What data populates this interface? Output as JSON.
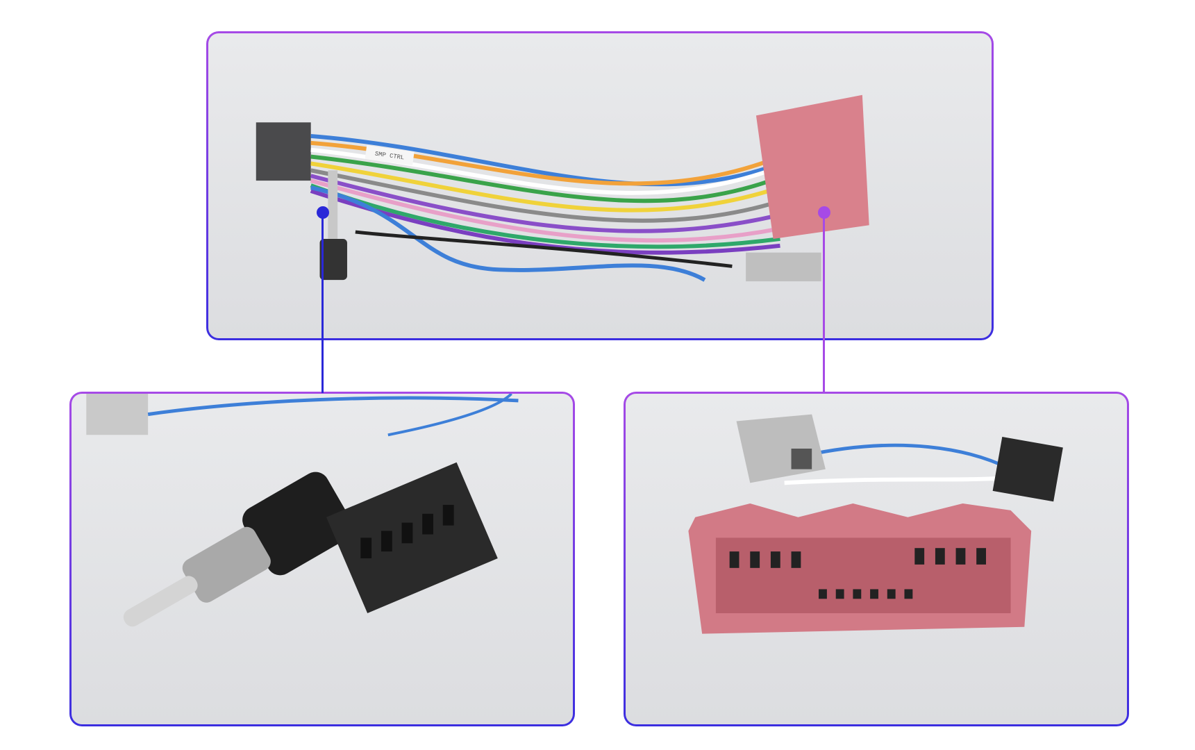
{
  "colors": {
    "frame_top": "#a64ae6",
    "frame_bottom": "#3b2ee0",
    "left_callout": "#2a28d8",
    "right_callout": "#a64ae6",
    "connector_pink": "#d9818c",
    "connector_gray": "#bfbfbf",
    "connector_black": "#2a2a2a"
  },
  "panels": {
    "top": {
      "subject": "wiring-harness-overview",
      "label_tag": "SMP CTRL"
    },
    "left": {
      "subject": "antenna-adapter-and-black-connector"
    },
    "right": {
      "subject": "pink-vehicle-connector"
    }
  }
}
